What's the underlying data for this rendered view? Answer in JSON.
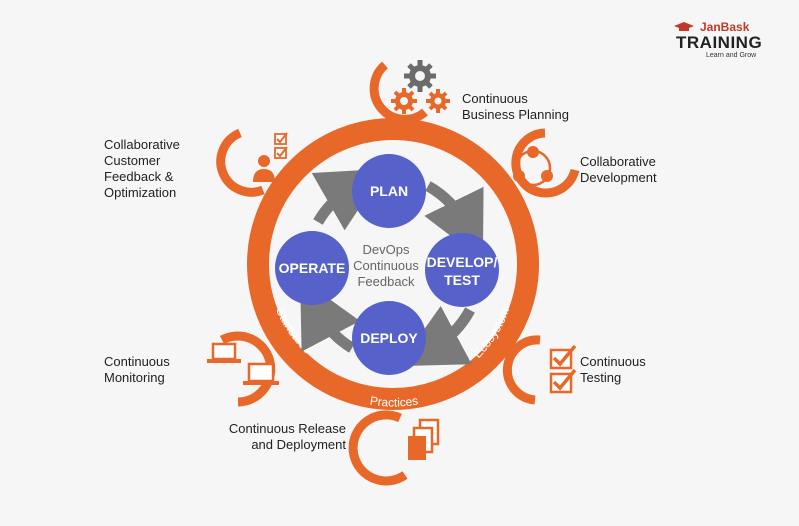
{
  "brand": {
    "name_top": "JanBask",
    "name_main": "TRAINING",
    "tagline": "Learn and Grow"
  },
  "colors": {
    "orange": "#e8682a",
    "blue": "#5662c9",
    "gray_arrow": "#7a7a7a",
    "center_text": "#666666"
  },
  "center": {
    "line1": "DevOps",
    "line2": "Continuous",
    "line3": "Feedback"
  },
  "phases": {
    "plan": "PLAN",
    "develop_line1": "DEVELOP/",
    "develop_line2": "TEST",
    "deploy": "DEPLOY",
    "operate": "OPERATE"
  },
  "ring_labels": {
    "standards": "Standards",
    "practices": "Practices",
    "ecosystem": "Ecosystem"
  },
  "outer": {
    "business_planning": {
      "line1": "Continuous",
      "line2": "Business Planning",
      "icon": "gears-icon"
    },
    "collab_dev": {
      "line1": "Collaborative",
      "line2": "Development",
      "icon": "team-network-icon"
    },
    "testing": {
      "line1": "Continuous",
      "line2": "Testing",
      "icon": "checklist-icon"
    },
    "release": {
      "line1": "Continuous Release",
      "line2": "and Deployment",
      "icon": "documents-icon"
    },
    "monitoring": {
      "line1": "Continuous",
      "line2": "Monitoring",
      "icon": "laptop-icon"
    },
    "customer_feedback": {
      "line1": "Collaborative",
      "line2": "Customer",
      "line3": "Feedback &",
      "line4": "Optimization",
      "icon": "customer-feedback-icon"
    }
  }
}
